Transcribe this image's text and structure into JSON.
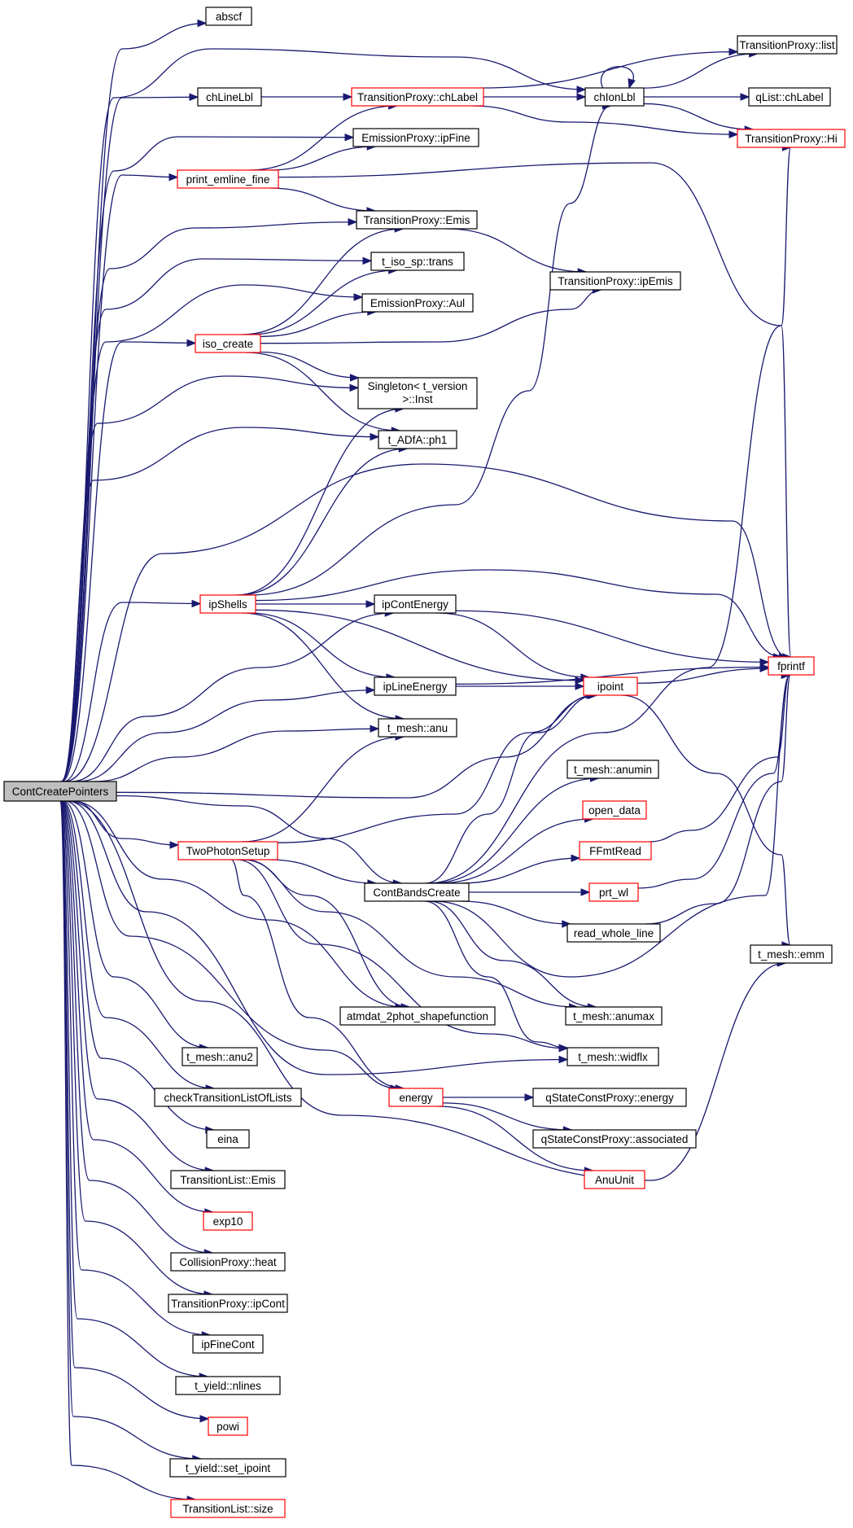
{
  "colors": {
    "edge": "#191970",
    "node_border": "#000000",
    "node_border_incomplete": "#ff0000",
    "root_fill": "#bfbfbf",
    "background": "#ffffff"
  },
  "nodes": [
    {
      "id": "root",
      "label": "ContCreatePointers",
      "border": "black",
      "root": true
    },
    {
      "id": "abscf",
      "label": "abscf",
      "border": "black"
    },
    {
      "id": "chLineLbl",
      "label": "chLineLbl",
      "border": "black"
    },
    {
      "id": "tpChLabel",
      "label": "TransitionProxy::chLabel",
      "border": "red"
    },
    {
      "id": "chIonLbl",
      "label": "chIonLbl",
      "border": "black"
    },
    {
      "id": "tpList",
      "label": "TransitionProxy::list",
      "border": "black"
    },
    {
      "id": "qListChLabel",
      "label": "qList::chLabel",
      "border": "black"
    },
    {
      "id": "tpHi",
      "label": "TransitionProxy::Hi",
      "border": "red"
    },
    {
      "id": "emIpFine",
      "label": "EmissionProxy::ipFine",
      "border": "black"
    },
    {
      "id": "printEmline",
      "label": "print_emline_fine",
      "border": "red"
    },
    {
      "id": "tpEmis",
      "label": "TransitionProxy::Emis",
      "border": "black"
    },
    {
      "id": "tIsoTrans",
      "label": "t_iso_sp::trans",
      "border": "black"
    },
    {
      "id": "tpIpEmis",
      "label": "TransitionProxy::ipEmis",
      "border": "black"
    },
    {
      "id": "emAul",
      "label": "EmissionProxy::Aul",
      "border": "black"
    },
    {
      "id": "isoCreate",
      "label": "iso_create",
      "border": "red"
    },
    {
      "id": "singleton",
      "label": "Singleton< t_version",
      "label2": ">::Inst",
      "border": "black"
    },
    {
      "id": "adfaPh1",
      "label": "t_ADfA::ph1",
      "border": "black"
    },
    {
      "id": "ipShells",
      "label": "ipShells",
      "border": "red"
    },
    {
      "id": "ipContEnergy",
      "label": "ipContEnergy",
      "border": "black"
    },
    {
      "id": "fprintf",
      "label": "fprintf",
      "border": "red"
    },
    {
      "id": "ipLineEnergy",
      "label": "ipLineEnergy",
      "border": "black"
    },
    {
      "id": "ipoint",
      "label": "ipoint",
      "border": "red"
    },
    {
      "id": "meshAnu",
      "label": "t_mesh::anu",
      "border": "black"
    },
    {
      "id": "meshAnumin",
      "label": "t_mesh::anumin",
      "border": "black"
    },
    {
      "id": "openData",
      "label": "open_data",
      "border": "red"
    },
    {
      "id": "twoPhoton",
      "label": "TwoPhotonSetup",
      "border": "red"
    },
    {
      "id": "ffmtRead",
      "label": "FFmtRead",
      "border": "red"
    },
    {
      "id": "contBands",
      "label": "ContBandsCreate",
      "border": "black"
    },
    {
      "id": "prtWl",
      "label": "prt_wl",
      "border": "red"
    },
    {
      "id": "readWhole",
      "label": "read_whole_line",
      "border": "black"
    },
    {
      "id": "meshEmm",
      "label": "t_mesh::emm",
      "border": "black"
    },
    {
      "id": "atmdat",
      "label": "atmdat_2phot_shapefunction",
      "border": "black"
    },
    {
      "id": "meshAnumax",
      "label": "t_mesh::anumax",
      "border": "black"
    },
    {
      "id": "meshAnu2",
      "label": "t_mesh::anu2",
      "border": "black"
    },
    {
      "id": "meshWidflx",
      "label": "t_mesh::widflx",
      "border": "black"
    },
    {
      "id": "checkTLL",
      "label": "checkTransitionListOfLists",
      "border": "black"
    },
    {
      "id": "energy",
      "label": "energy",
      "border": "red"
    },
    {
      "id": "qsEnergy",
      "label": "qStateConstProxy::energy",
      "border": "black"
    },
    {
      "id": "eina",
      "label": "eina",
      "border": "black"
    },
    {
      "id": "qsAssoc",
      "label": "qStateConstProxy::associated",
      "border": "black"
    },
    {
      "id": "tlEmis",
      "label": "TransitionList::Emis",
      "border": "black"
    },
    {
      "id": "anuUnit",
      "label": "AnuUnit",
      "border": "red"
    },
    {
      "id": "exp10",
      "label": "exp10",
      "border": "red"
    },
    {
      "id": "cpHeat",
      "label": "CollisionProxy::heat",
      "border": "black"
    },
    {
      "id": "tpIpCont",
      "label": "TransitionProxy::ipCont",
      "border": "black"
    },
    {
      "id": "ipFineCont",
      "label": "ipFineCont",
      "border": "black"
    },
    {
      "id": "yieldNlines",
      "label": "t_yield::nlines",
      "border": "black"
    },
    {
      "id": "powi",
      "label": "powi",
      "border": "red"
    },
    {
      "id": "yieldSetIpoint",
      "label": "t_yield::set_ipoint",
      "border": "black"
    },
    {
      "id": "tlSize",
      "label": "TransitionList::size",
      "border": "red"
    }
  ],
  "edges": [
    [
      "root",
      "abscf"
    ],
    [
      "root",
      "chLineLbl"
    ],
    [
      "root",
      "chIonLbl"
    ],
    [
      "root",
      "emIpFine"
    ],
    [
      "root",
      "printEmline"
    ],
    [
      "root",
      "tpEmis"
    ],
    [
      "root",
      "tIsoTrans"
    ],
    [
      "root",
      "emAul"
    ],
    [
      "root",
      "isoCreate"
    ],
    [
      "root",
      "singleton"
    ],
    [
      "root",
      "adfaPh1"
    ],
    [
      "root",
      "fprintf"
    ],
    [
      "root",
      "ipShells"
    ],
    [
      "root",
      "ipContEnergy"
    ],
    [
      "root",
      "ipLineEnergy"
    ],
    [
      "root",
      "meshAnu"
    ],
    [
      "root",
      "ipoint"
    ],
    [
      "root",
      "twoPhoton"
    ],
    [
      "root",
      "contBands"
    ],
    [
      "root",
      "atmdat"
    ],
    [
      "root",
      "meshAnu2"
    ],
    [
      "root",
      "meshWidflx"
    ],
    [
      "root",
      "checkTLL"
    ],
    [
      "root",
      "energy"
    ],
    [
      "root",
      "eina"
    ],
    [
      "root",
      "tlEmis"
    ],
    [
      "root",
      "meshEmm"
    ],
    [
      "root",
      "exp10"
    ],
    [
      "root",
      "cpHeat"
    ],
    [
      "root",
      "tpIpCont"
    ],
    [
      "root",
      "ipFineCont"
    ],
    [
      "root",
      "yieldNlines"
    ],
    [
      "root",
      "powi"
    ],
    [
      "root",
      "yieldSetIpoint"
    ],
    [
      "root",
      "tlSize"
    ],
    [
      "chLineLbl",
      "tpChLabel"
    ],
    [
      "tpChLabel",
      "chIonLbl"
    ],
    [
      "tpChLabel",
      "tpList"
    ],
    [
      "tpChLabel",
      "tpHi"
    ],
    [
      "chIonLbl",
      "chIonLbl"
    ],
    [
      "chIonLbl",
      "tpList"
    ],
    [
      "chIonLbl",
      "qListChLabel"
    ],
    [
      "chIonLbl",
      "tpHi"
    ],
    [
      "printEmline",
      "tpChLabel"
    ],
    [
      "printEmline",
      "emIpFine"
    ],
    [
      "printEmline",
      "tpEmis"
    ],
    [
      "printEmline",
      "fprintf"
    ],
    [
      "tpEmis",
      "tpIpEmis"
    ],
    [
      "isoCreate",
      "tpEmis"
    ],
    [
      "isoCreate",
      "tIsoTrans"
    ],
    [
      "isoCreate",
      "emAul"
    ],
    [
      "isoCreate",
      "tpIpEmis"
    ],
    [
      "isoCreate",
      "singleton"
    ],
    [
      "isoCreate",
      "adfaPh1"
    ],
    [
      "ipShells",
      "singleton"
    ],
    [
      "ipShells",
      "adfaPh1"
    ],
    [
      "ipShells",
      "chIonLbl"
    ],
    [
      "ipShells",
      "ipContEnergy"
    ],
    [
      "ipShells",
      "fprintf"
    ],
    [
      "ipShells",
      "ipLineEnergy"
    ],
    [
      "ipShells",
      "ipoint"
    ],
    [
      "ipShells",
      "meshAnu"
    ],
    [
      "ipContEnergy",
      "fprintf"
    ],
    [
      "ipContEnergy",
      "ipoint"
    ],
    [
      "ipLineEnergy",
      "fprintf"
    ],
    [
      "ipLineEnergy",
      "ipoint"
    ],
    [
      "ipoint",
      "fprintf"
    ],
    [
      "ipoint",
      "meshEmm"
    ],
    [
      "twoPhoton",
      "meshAnu"
    ],
    [
      "twoPhoton",
      "ipoint"
    ],
    [
      "twoPhoton",
      "contBands"
    ],
    [
      "twoPhoton",
      "atmdat"
    ],
    [
      "twoPhoton",
      "meshAnumax"
    ],
    [
      "twoPhoton",
      "meshWidflx"
    ],
    [
      "twoPhoton",
      "energy"
    ],
    [
      "contBands",
      "ipoint"
    ],
    [
      "contBands",
      "tpHi"
    ],
    [
      "contBands",
      "meshAnumin"
    ],
    [
      "contBands",
      "openData"
    ],
    [
      "contBands",
      "ffmtRead"
    ],
    [
      "contBands",
      "prtWl"
    ],
    [
      "contBands",
      "readWhole"
    ],
    [
      "contBands",
      "fprintf"
    ],
    [
      "contBands",
      "meshAnumax"
    ],
    [
      "contBands",
      "meshWidflx"
    ],
    [
      "ffmtRead",
      "fprintf"
    ],
    [
      "prtWl",
      "fprintf"
    ],
    [
      "readWhole",
      "fprintf"
    ],
    [
      "energy",
      "qsEnergy"
    ],
    [
      "energy",
      "qsAssoc"
    ],
    [
      "energy",
      "anuUnit"
    ]
  ]
}
